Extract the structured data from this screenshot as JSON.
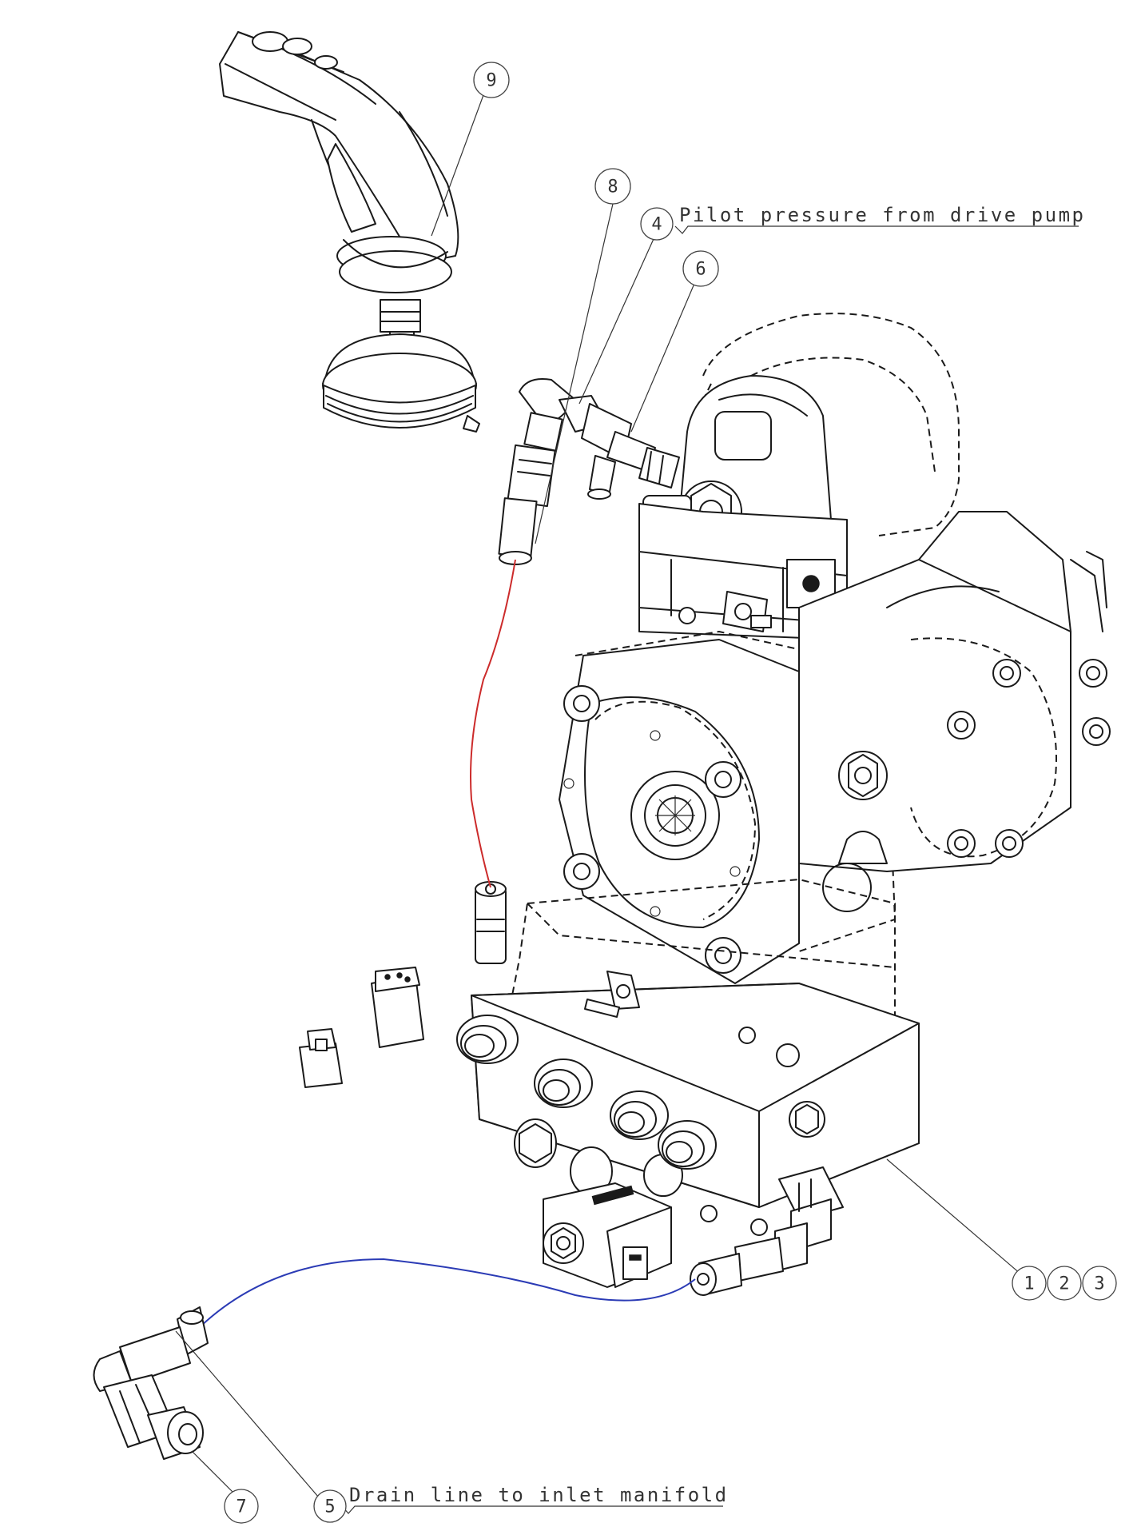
{
  "balloons": {
    "b1": "1",
    "b2": "2",
    "b3": "3",
    "b4": "4",
    "b5": "5",
    "b6": "6",
    "b7": "7",
    "b8": "8",
    "b9": "9"
  },
  "notes": {
    "pilot": "Pilot pressure from drive pump",
    "drain": "Drain line to inlet manifold"
  },
  "colors": {
    "pilot_hose": "#cc2b2b",
    "drain_hose": "#2b3bb5",
    "linework": "#1a1a1a"
  }
}
